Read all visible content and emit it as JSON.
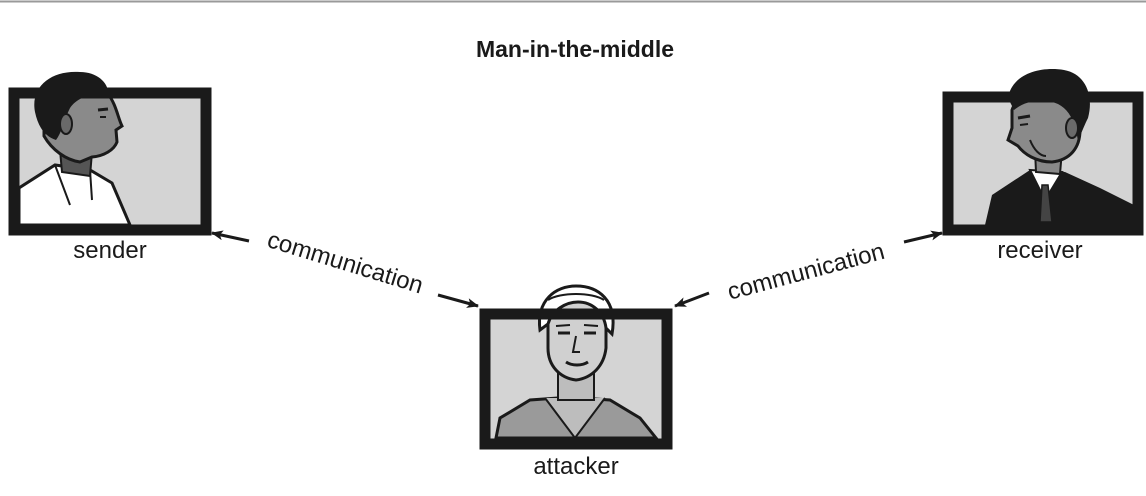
{
  "title": "Man-in-the-middle",
  "nodes": {
    "sender": {
      "label": "sender"
    },
    "receiver": {
      "label": "receiver"
    },
    "attacker": {
      "label": "attacker"
    }
  },
  "edges": [
    {
      "from": "sender",
      "to": "attacker",
      "label": "communication",
      "bidirectional": true
    },
    {
      "from": "attacker",
      "to": "receiver",
      "label": "communication",
      "bidirectional": true
    }
  ],
  "colors": {
    "frame": "#1a1a1a",
    "screen": "#d4d4d4",
    "text": "#1a1a1a",
    "rule": "#9a9a9a"
  }
}
